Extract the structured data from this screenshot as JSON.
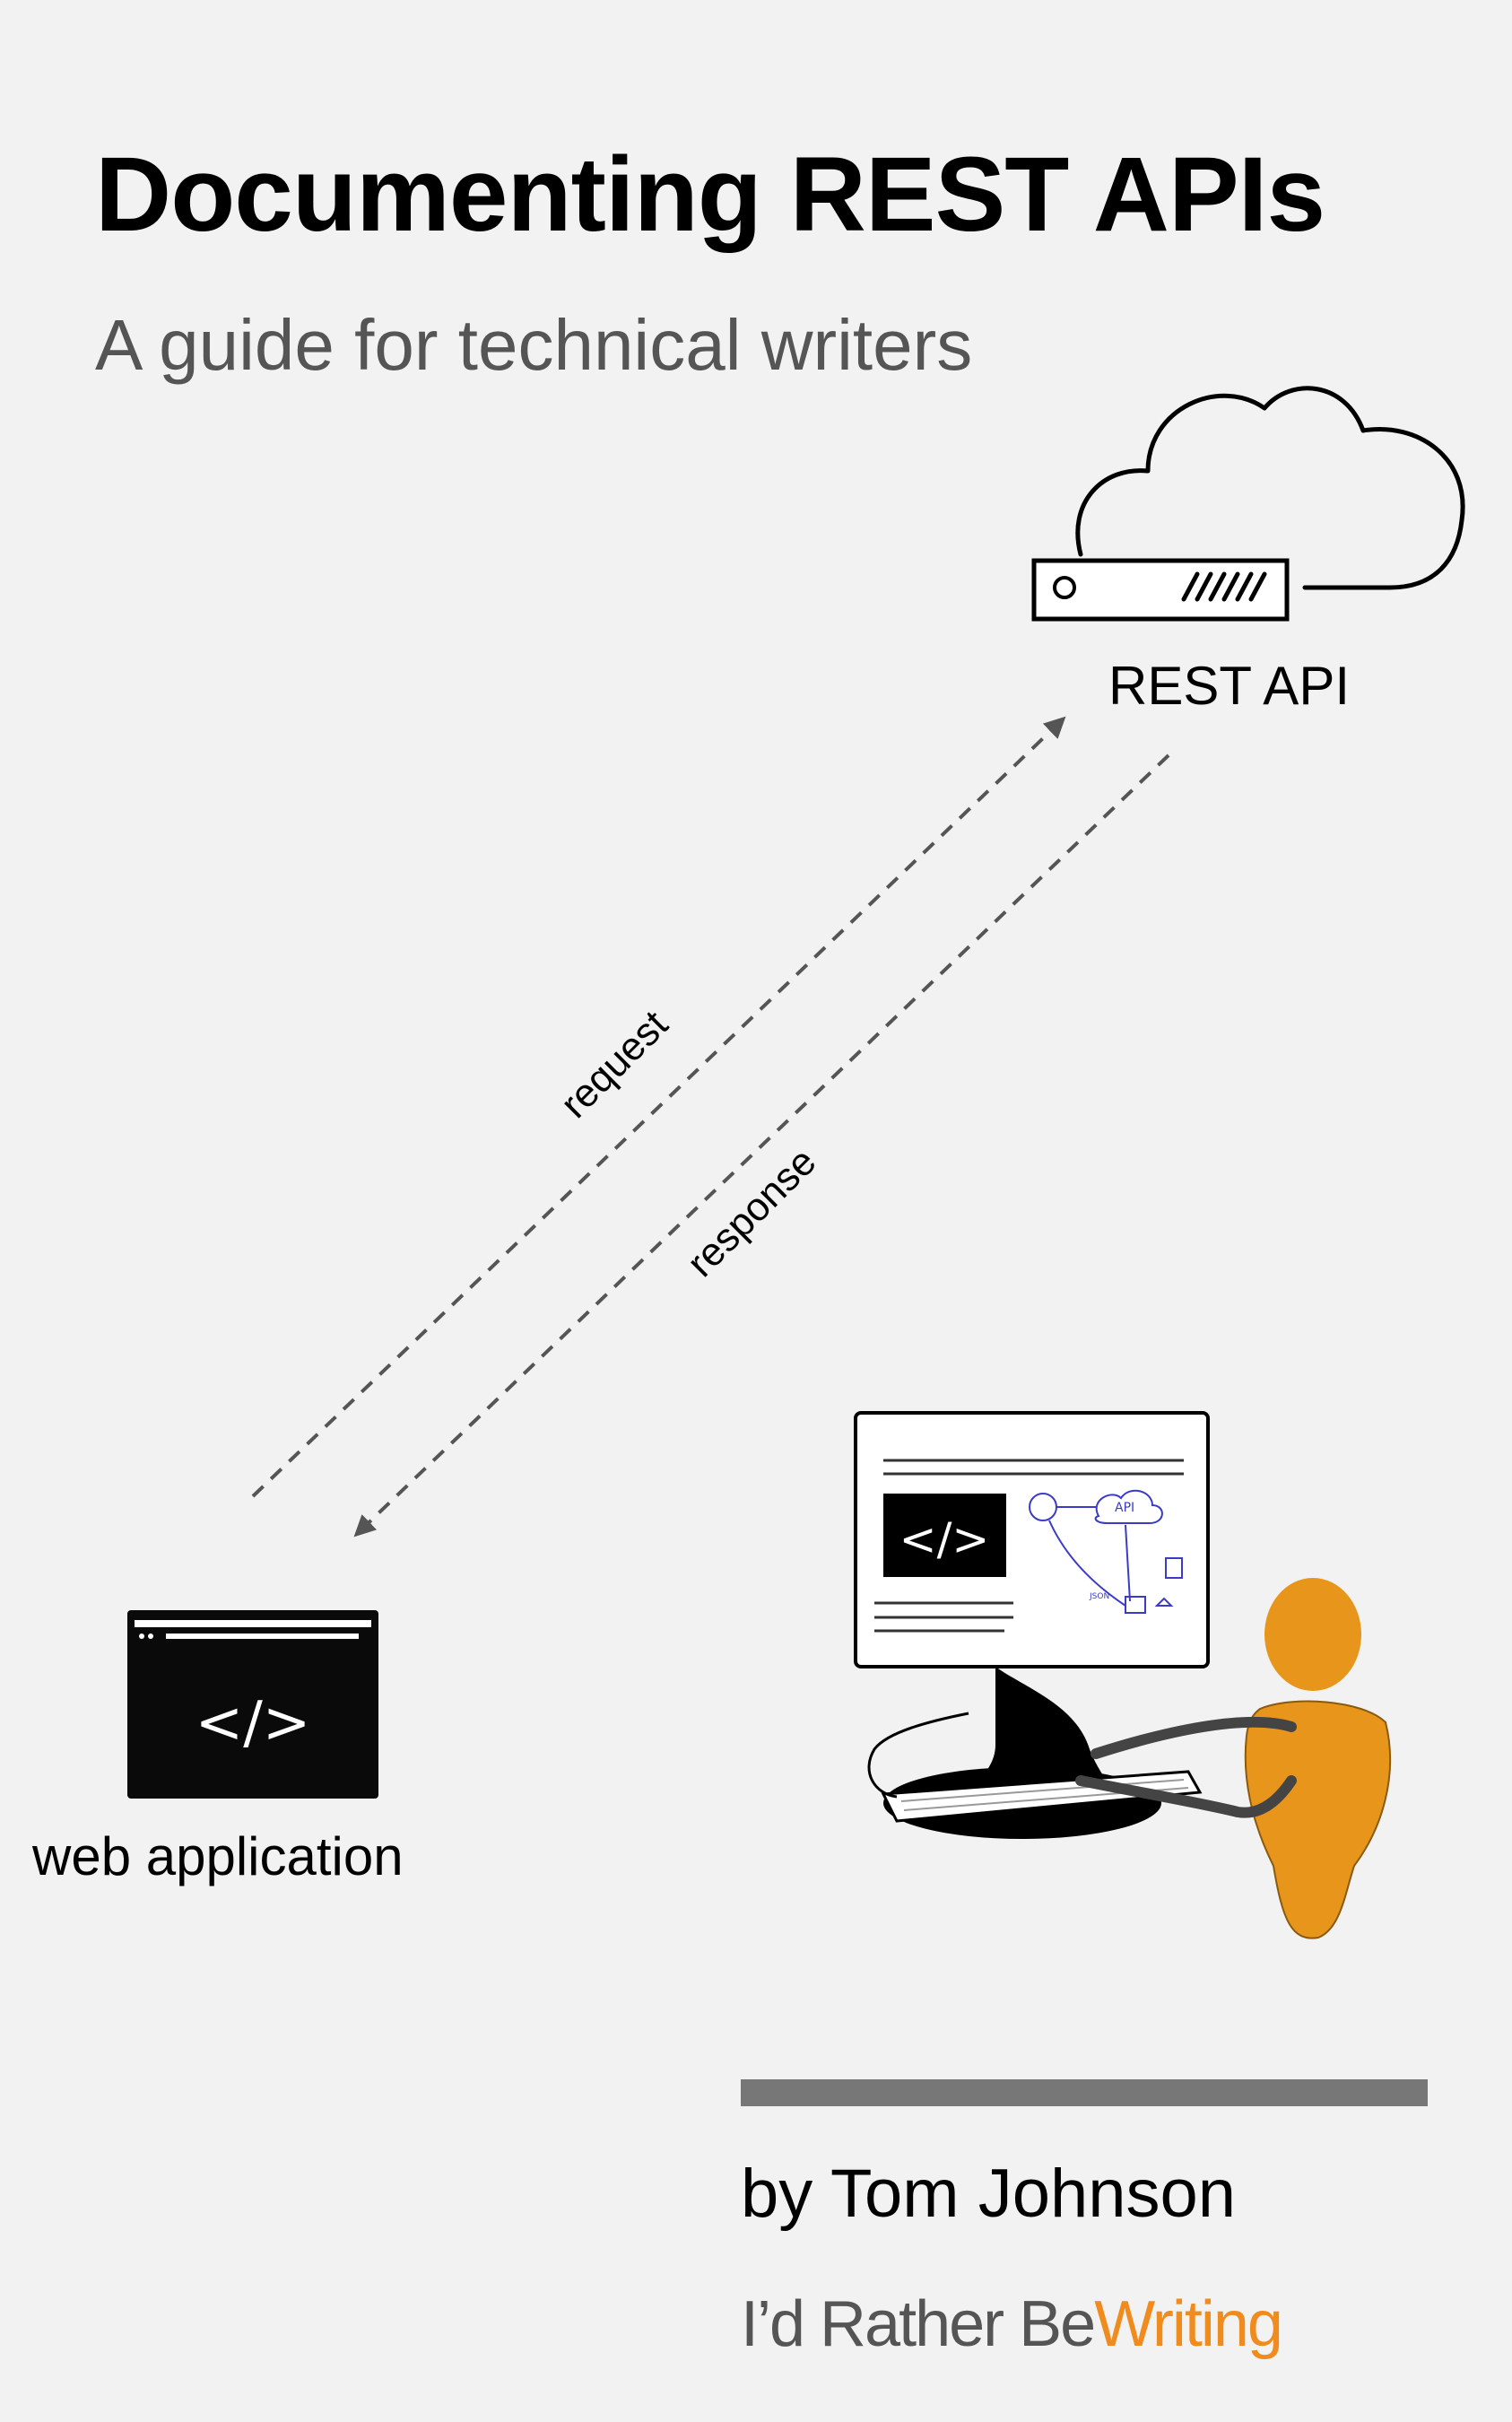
{
  "cover": {
    "title": "Documenting REST APIs",
    "subtitle": "A guide for technical writers",
    "author": "by Tom Johnson",
    "brand_part1": "I’d Rather Be",
    "brand_part2": "Writing"
  },
  "diagram": {
    "api_label": "REST API",
    "web_label": "web application",
    "request_label": "request",
    "response_label": "response",
    "code_symbol": "</>",
    "api_whiteboard_text": "API",
    "json_text": "JSON"
  },
  "colors": {
    "background": "#f2f2f2",
    "accent_orange": "#f08b1d",
    "person_orange": "#e8961b",
    "divider_gray": "#777777",
    "dash_gray": "#555555"
  }
}
